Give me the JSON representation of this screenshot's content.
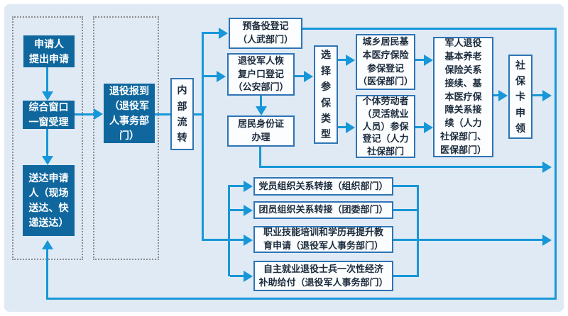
{
  "colors": {
    "accent_line": "#1797d8",
    "dark_box_fill": "#0f679e",
    "dark_box_text": "#ffffff",
    "light_box_border": "#2e74b5",
    "light_box_fill": "#fbfdff",
    "light_box_text": "#1c2b3c",
    "canvas_background": "#dfeaf5",
    "dotted_border": "#8c8c8c"
  },
  "nodes": {
    "apply": "申请人\n提出申请",
    "window": "综合窗口\n一窗受理",
    "deliver": "送达申请\n人（现场\n送达、快\n递送达）",
    "report": "退役报到\n（退役军\n人事务部\n门）",
    "internal": "内\n部\n流\n转",
    "reserve": "预备役登记\n（人武部门）",
    "hukou": "退役军人恢\n复户口登记\n（公安部门）",
    "idcard": "居民身份证\n办理",
    "choose": "选\n择\n参\n保\n类\n型",
    "urban": "城乡居民基\n本医疗保险\n参保登记\n（医保部门）",
    "individual": "个体劳动者\n（灵活就业\n人员）参保\n登记（人力\n社保部门",
    "pension": "军人退役\n基本养老\n保险关系\n接续、基\n本医疗保\n障关系接\n续（人力\n社保部门、\n医保部门）",
    "social_card": "社\n保\n卡\n申\n领",
    "party": "党员组织关系转接（组织部门）",
    "league": "团员组织关系转接（团委部门）",
    "training": "职业技能培训和学历再提升教\n育申请（退役军人事务部门）",
    "subsidy": "自主就业退役士兵一次性经济\n补助给付（退役军人事务部门）"
  }
}
